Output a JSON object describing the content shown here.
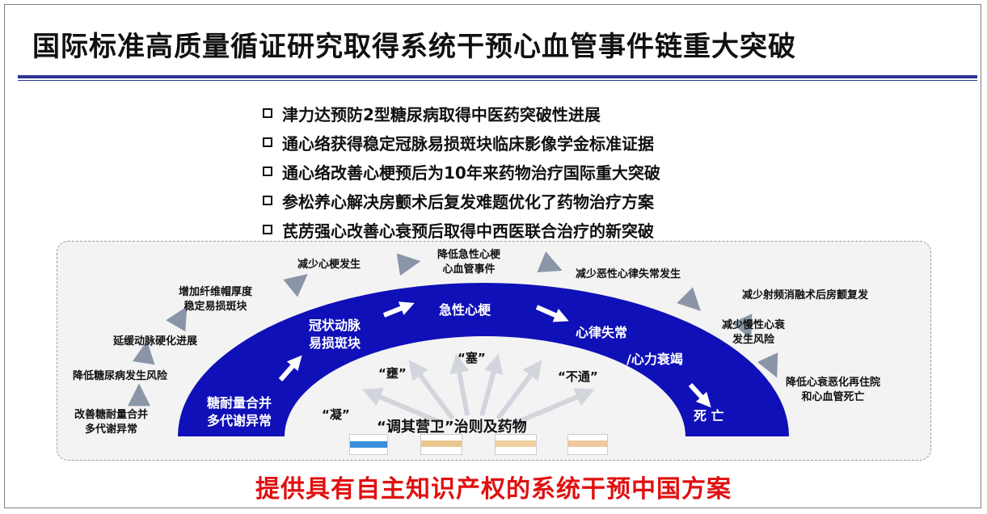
{
  "title": "国际标准高质量循证研究取得系统干预心血管事件链重大突破",
  "bullets": [
    "津力达预防2型糖尿病取得中医药突破性进展",
    "通心络获得稳定冠脉易损斑块临床影像学金标准证据",
    "通心络改善心梗预后为10年来药物治疗国际重大突破",
    "参松养心解决房颤术后复发难题优化了药物治疗方案",
    "芪苈强心改善心衰预后取得中西医联合治疗的新突破"
  ],
  "outer_labels": {
    "l1": "改善糖耐量合并\n多代谢异常",
    "l2": "降低糖尿病发生风险",
    "l3": "延缓动脉硬化进展",
    "l4": "增加纤维帽厚度\n稳定易损斑块",
    "l5": "减少心梗发生",
    "l6": "降低急性心梗\n心血管事件",
    "l7": "减少恶性心律失常发生",
    "l8": "减少射频消融术后房颤复发",
    "l9": "减少慢性心衰\n发生风险",
    "l10": "降低心衰恶化再住院\n和心血管死亡"
  },
  "arc_labels": {
    "a1": "糖耐量合并\n多代谢异常",
    "a2": "冠状动脉\n易损斑块",
    "a3": "急性心梗",
    "a4": "心律失常",
    "a5": "/心力衰竭",
    "a6": "死 亡"
  },
  "mechanisms": {
    "m1": "“凝”",
    "m2": "“壅”",
    "m3": "“塞”",
    "m4": "“不通”"
  },
  "center": "“调其营卫”治则及药物",
  "footer": "提供具有自主知识产权的系统干预中国方案",
  "colors": {
    "arc": "#1010b8",
    "title_rule": "#2a3593",
    "footer": "#e01010",
    "arrow_gray": "#8a96a8"
  }
}
